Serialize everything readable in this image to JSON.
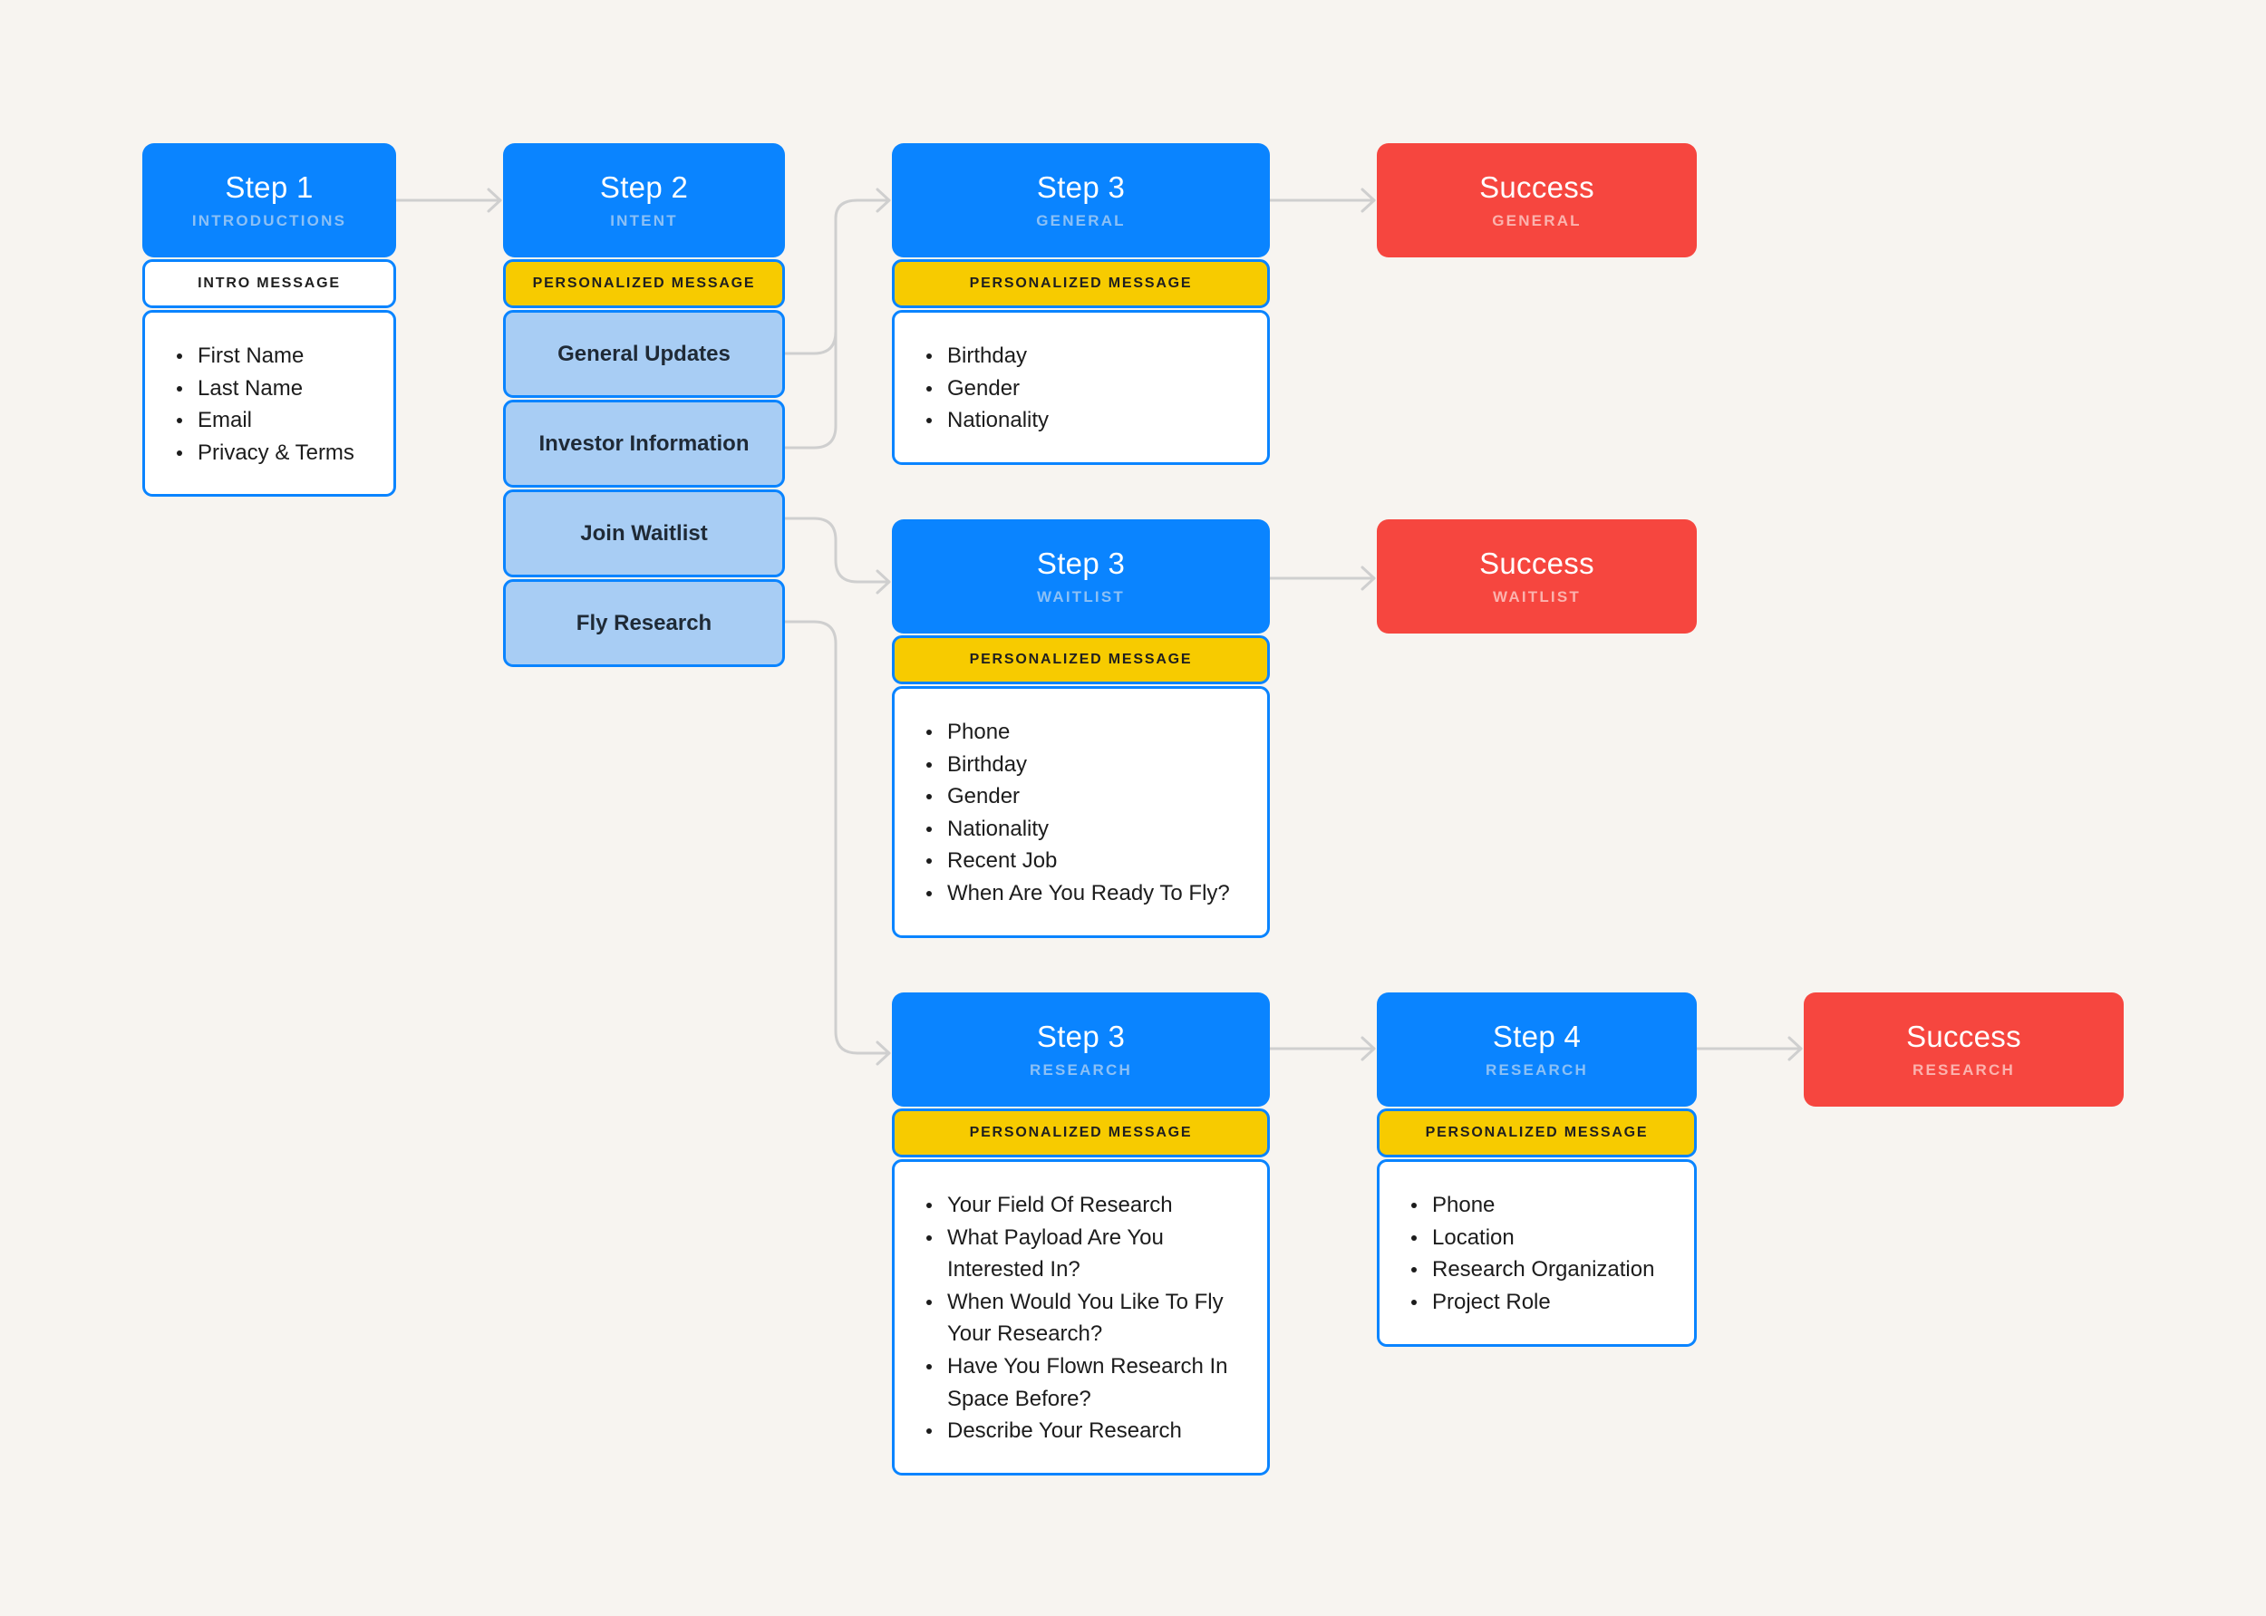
{
  "colors": {
    "background": "#f7f4f0",
    "step_blue": "#0a84ff",
    "success_red": "#f6463f",
    "message_yellow": "#f7cb00",
    "option_light_blue": "#a8cdf4",
    "connector_gray": "#cfcfcf"
  },
  "step1": {
    "title": "Step 1",
    "subtitle": "INTRODUCTIONS",
    "message": "INTRO MESSAGE",
    "fields": [
      "First Name",
      "Last Name",
      "Email",
      "Privacy & Terms"
    ]
  },
  "step2": {
    "title": "Step 2",
    "subtitle": "INTENT",
    "message": "PERSONALIZED MESSAGE",
    "options": [
      "General Updates",
      "Investor Information",
      "Join Waitlist",
      "Fly Research"
    ]
  },
  "step3_general": {
    "title": "Step 3",
    "subtitle": "GENERAL",
    "message": "PERSONALIZED MESSAGE",
    "fields": [
      "Birthday",
      "Gender",
      "Nationality"
    ]
  },
  "step3_waitlist": {
    "title": "Step 3",
    "subtitle": "WAITLIST",
    "message": "PERSONALIZED MESSAGE",
    "fields": [
      "Phone",
      "Birthday",
      "Gender",
      "Nationality",
      "Recent Job",
      "When Are You Ready To Fly?"
    ]
  },
  "step3_research": {
    "title": "Step 3",
    "subtitle": "RESEARCH",
    "message": "PERSONALIZED MESSAGE",
    "fields": [
      "Your Field Of Research",
      "What Payload Are You Interested In?",
      "When Would You Like To Fly Your Research?",
      "Have You Flown Research In Space Before?",
      "Describe Your Research"
    ]
  },
  "step4_research": {
    "title": "Step 4",
    "subtitle": "RESEARCH",
    "message": "PERSONALIZED MESSAGE",
    "fields": [
      "Phone",
      "Location",
      "Research Organization",
      "Project Role"
    ]
  },
  "success_general": {
    "title": "Success",
    "subtitle": "GENERAL"
  },
  "success_waitlist": {
    "title": "Success",
    "subtitle": "WAITLIST"
  },
  "success_research": {
    "title": "Success",
    "subtitle": "RESEARCH"
  }
}
